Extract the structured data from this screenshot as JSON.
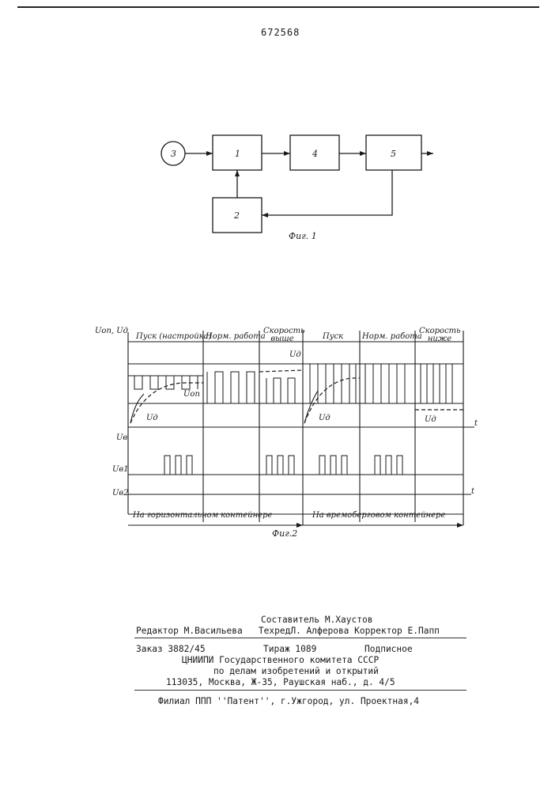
{
  "patent_number": "672568",
  "fig1": {
    "caption": "Фиг. 1",
    "blocks": [
      "1",
      "2",
      "3",
      "4",
      "5"
    ]
  },
  "fig2": {
    "caption": "Фиг.2",
    "y_top_label": "Uоп, Uд",
    "y_mid_label": "Uв",
    "y_b1_label": "Uв1",
    "y_b2_label": "Uв2",
    "t_label": "t",
    "phases": [
      "Пуск (настройка)",
      "Норм. работа",
      "Скорость выше",
      "Пуск",
      "Норм. работа",
      "Скорость ниже"
    ],
    "curve_labels": {
      "ud": "Uд",
      "uop": "Uоп"
    },
    "containers": [
      "На горизонтальном контейнере",
      "На времоберговом контейнере"
    ]
  },
  "footer": {
    "composer": "Составитель М.Хаустов",
    "editor_line": "Редактор М.Васильева   ТехредЛ. Алферова Корректор Е.Папп",
    "order": "Заказ 3882/45",
    "tirazh": "Тираж 1089",
    "subscr": "Подписное",
    "org1": "ЦНИИПИ Государственного комитета СССР",
    "org2": "по делам изобретений и открытий",
    "address": "113035, Москва, Ж-35, Раушская наб., д. 4/5",
    "branch": "Филиал ППП ''Патент'', г.Ужгород, ул. Проектная,4"
  }
}
